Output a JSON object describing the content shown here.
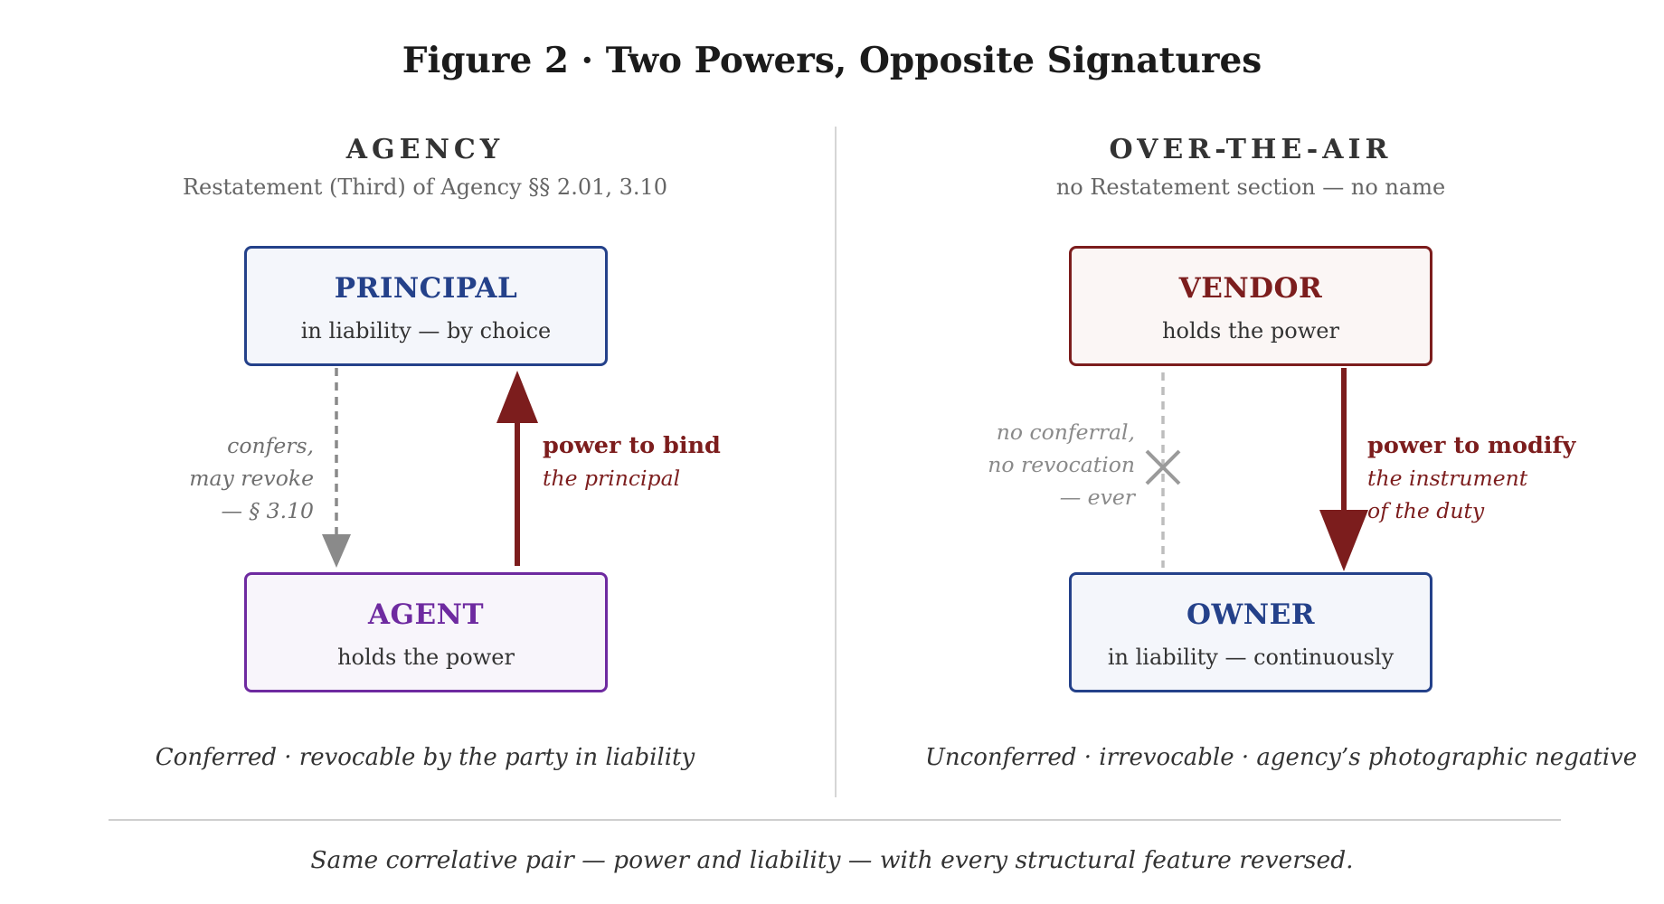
{
  "title": "Figure 2 · Two Powers, Opposite Signatures",
  "left": {
    "heading": "AGENCY",
    "subheading": "Restatement (Third) of Agency §§ 2.01, 3.10",
    "top_box": {
      "name": "PRINCIPAL",
      "desc": "in liability — by choice"
    },
    "bottom_box": {
      "name": "AGENT",
      "desc": "holds the power"
    },
    "down_note": [
      "confers,",
      "may revoke",
      "— § 3.10"
    ],
    "up_note": {
      "strong": "power to bind",
      "rest": "the principal"
    },
    "caption": "Conferred · revocable by the party in liability"
  },
  "right": {
    "heading": "OVER-THE-AIR",
    "subheading": "no Restatement section — no name",
    "top_box": {
      "name": "VENDOR",
      "desc": "holds the power"
    },
    "bottom_box": {
      "name": "OWNER",
      "desc": "in liability — continuously"
    },
    "blocked_note": [
      "no conferral,",
      "no revocation",
      "— ever"
    ],
    "down_note": {
      "strong": "power to modify",
      "lines": [
        "the instrument",
        "of the duty"
      ]
    },
    "caption": "Unconferred · irrevocable · agency’s photographic negative"
  },
  "footer": "Same correlative pair — power and liability — with every structural feature reversed.",
  "colors": {
    "liability_blue": "#24418a",
    "agent_purple": "#6e2aa0",
    "power_red": "#7c1d1d",
    "conferral_grey": "#8a8a8a"
  },
  "icons": {
    "blocked": "cross-mark-icon"
  }
}
